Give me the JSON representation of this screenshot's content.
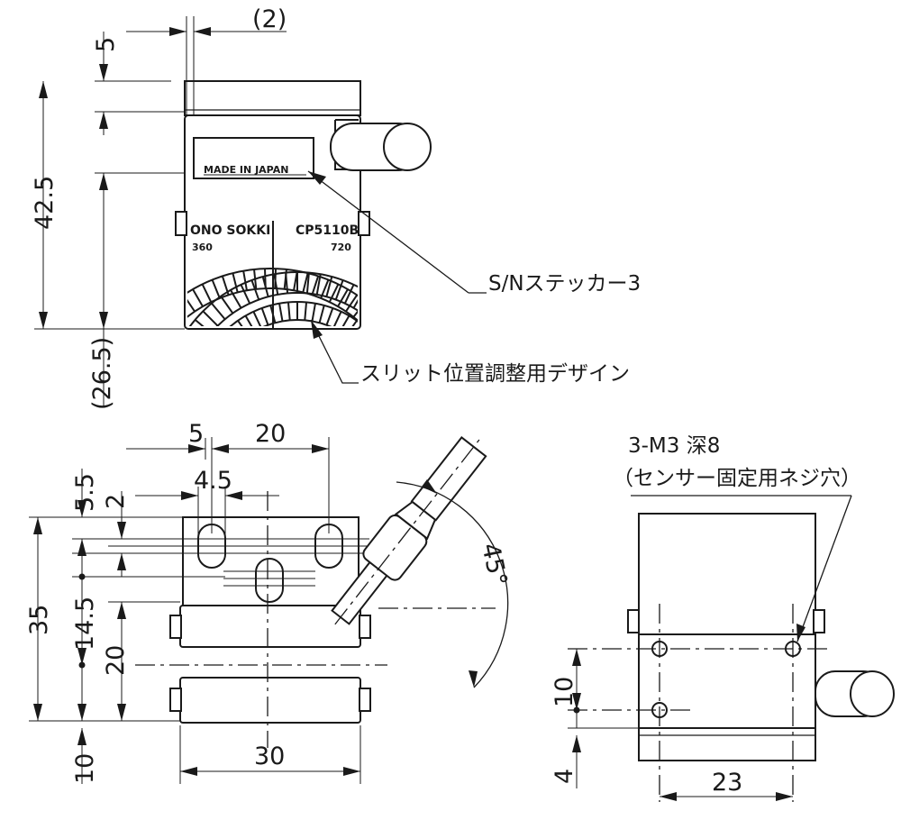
{
  "top_view": {
    "plate_text": "MADE IN JAPAN",
    "brand": "ONO SOKKI",
    "model": "CP5110B",
    "scale_left": "360",
    "scale_right": "720",
    "dims": {
      "top_offset": "(2)",
      "top_gap": "5",
      "height": "42.5",
      "lower": "(26.5)"
    },
    "callouts": {
      "sticker": "S/Nステッカー3",
      "slit": "スリット位置調整用デザイン"
    }
  },
  "front_view": {
    "dims": {
      "slot_pitch": "5",
      "slot_spacing": "20",
      "slot_width": "4.5",
      "top_margin": "5.5",
      "slot_offset": "2",
      "total_height": "35",
      "upper_height": "14.5",
      "lower_height": "20",
      "bottom": "10",
      "width": "30"
    },
    "angle": "45°"
  },
  "side_view": {
    "dims": {
      "hole_pitch": "10",
      "bottom": "4",
      "width": "23"
    },
    "callout_line1": "3-M3 深8",
    "callout_line2": "（センサー固定用ネジ穴）"
  }
}
